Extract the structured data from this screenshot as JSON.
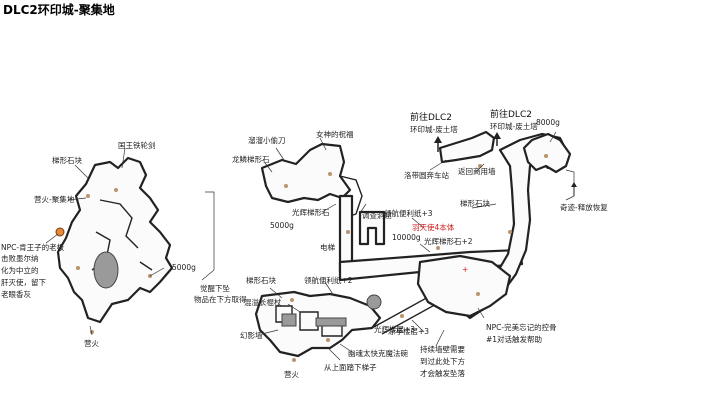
{
  "title": "DLC2环印城-聚集地",
  "labels": {
    "l0": "国王铁轮剑",
    "l1": "梯形石块",
    "l2": "营火-聚集地",
    "l3": "NPC-肯王子的老板",
    "l4": "击败墨尔纳",
    "l5": "化为中立的",
    "l6": "肝灭使，留下",
    "l7": "老眼香灰",
    "l8": "5000g",
    "l9": "营火",
    "l10": "溜溜小偷刀",
    "l11": "女神的祝福",
    "l12": "龙鳞梯形石",
    "l13": "光辉梯形石",
    "l14": "5000g",
    "l15": "电梯",
    "l16": "调查洞窟",
    "l17": "梯形石块",
    "l18": "领航便利纸+2",
    "l19": "混溢长棍杖",
    "l20": "幻影墙",
    "l21": "光辉楼层+3",
    "l22": "幽魂太快克魔法碗",
    "l23": "从上面踏下梯子",
    "l24": "营火",
    "l25": "前往DLC2",
    "l26": "环印城-废土塔",
    "l27": "前往DLC2",
    "l28": "环印城-废土塔",
    "l29": "8000g",
    "l30": "洛带圆奔车站",
    "l31": "返回商用墙",
    "l32": "梯形石块",
    "l33": "奇迹-释放恢复",
    "l34": "领航便利纸+3",
    "l35": "羽天使4本体",
    "l36": "10000g",
    "l37": "光辉梯形石+2",
    "l38": "NPC-完美忘记的控骨",
    "l39": "#1对话触发帮助",
    "l40": "凉亭楼层+3",
    "l41": "持续墙壁需要",
    "l42": "到过此处下方",
    "l43": "才会触发坠落",
    "l44": "觉醒下坠",
    "l45": "物品在下方取得"
  },
  "colors": {
    "walls": "#222222",
    "zone_grey": "#9a9a9a",
    "bonfire_orange": "#e8893a",
    "highlight_red": "#d11a1a",
    "marker_tan": "#b8946a"
  },
  "icons": {
    "arrow_up": "arrow-up-icon",
    "arrow_down": "arrow-down-icon",
    "item_marker": "item-dot-icon"
  }
}
